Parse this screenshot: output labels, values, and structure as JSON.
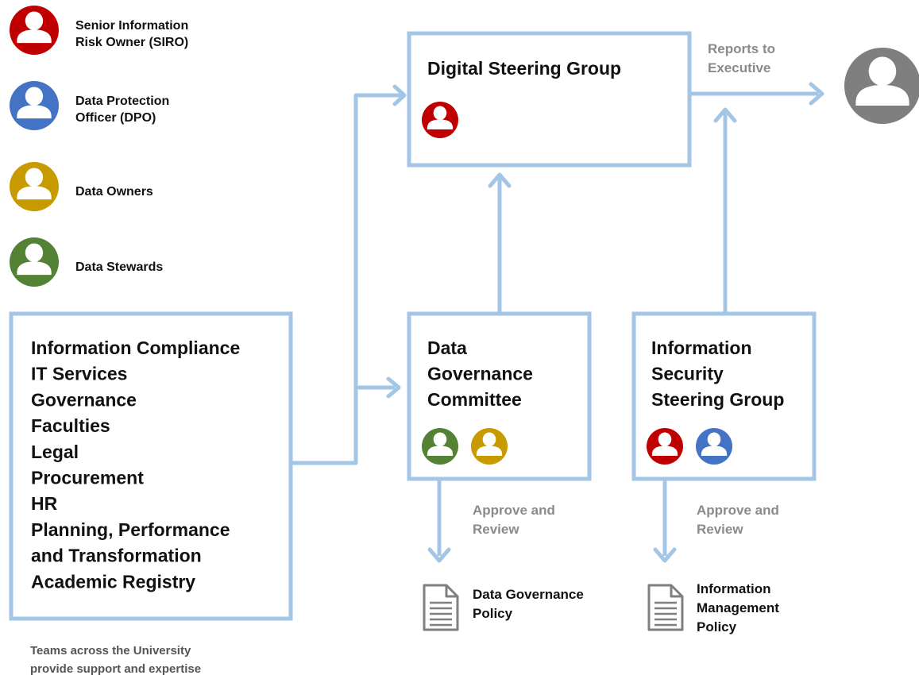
{
  "colors": {
    "siro": "#c00000",
    "dpo": "#4472c4",
    "owner": "#c79a00",
    "steward": "#548235",
    "executive": "#7f7f7f",
    "connector": "#a4c6e6"
  },
  "legend": [
    {
      "lines": [
        "Senior Information",
        "Risk Owner (SIRO)"
      ],
      "color": "siro"
    },
    {
      "lines": [
        "Data Protection",
        "Officer (DPO)"
      ],
      "color": "dpo"
    },
    {
      "lines": [
        "Data Owners"
      ],
      "color": "owner"
    },
    {
      "lines": [
        "Data Stewards"
      ],
      "color": "steward"
    }
  ],
  "teams": {
    "lines": [
      "Information Compliance",
      "IT Services",
      "Governance",
      "Faculties",
      "Legal",
      "Procurement",
      "HR",
      "Planning, Performance",
      "and Transformation",
      "Academic Registry"
    ],
    "footer": [
      "Teams across the University",
      "provide support and expertise"
    ]
  },
  "digital_steering_group": {
    "title": [
      "Digital Steering Group"
    ],
    "icons": [
      "siro"
    ]
  },
  "data_governance_committee": {
    "title": [
      "Data",
      "Governance",
      "Committee"
    ],
    "icons": [
      "steward",
      "owner"
    ],
    "action": [
      "Approve and",
      "Review"
    ],
    "document": [
      "Data Governance",
      "Policy"
    ]
  },
  "information_security_steering_group": {
    "title": [
      "Information",
      "Security",
      "Steering Group"
    ],
    "icons": [
      "siro",
      "dpo"
    ],
    "action": [
      "Approve and",
      "Review"
    ],
    "document": [
      "Information",
      "Management",
      "Policy"
    ]
  },
  "reports": {
    "label": [
      "Reports to",
      "Executive"
    ],
    "icon": "executive"
  }
}
